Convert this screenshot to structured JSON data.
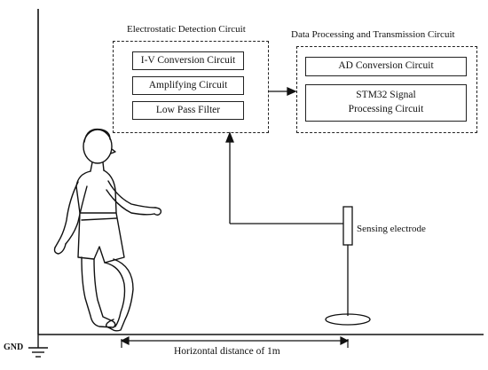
{
  "diagram": {
    "electrostatic_group": {
      "title": "Electrostatic Detection Circuit",
      "blocks": [
        "I-V Conversion Circuit",
        "Amplifying Circuit",
        "Low Pass Filter"
      ]
    },
    "processing_group": {
      "title": "Data Processing and Transmission Circuit",
      "blocks": [
        "AD Conversion Circuit",
        "STM32 Signal Processing Circuit"
      ]
    },
    "sensor_label": "Sensing electrode",
    "ground_label": "GND",
    "distance_label": "Horizontal distance of 1m"
  },
  "colors": {
    "ink": "#111111",
    "background": "#ffffff"
  },
  "icons": [
    "walking-person-icon",
    "ground-symbol-icon",
    "electrode-icon"
  ]
}
